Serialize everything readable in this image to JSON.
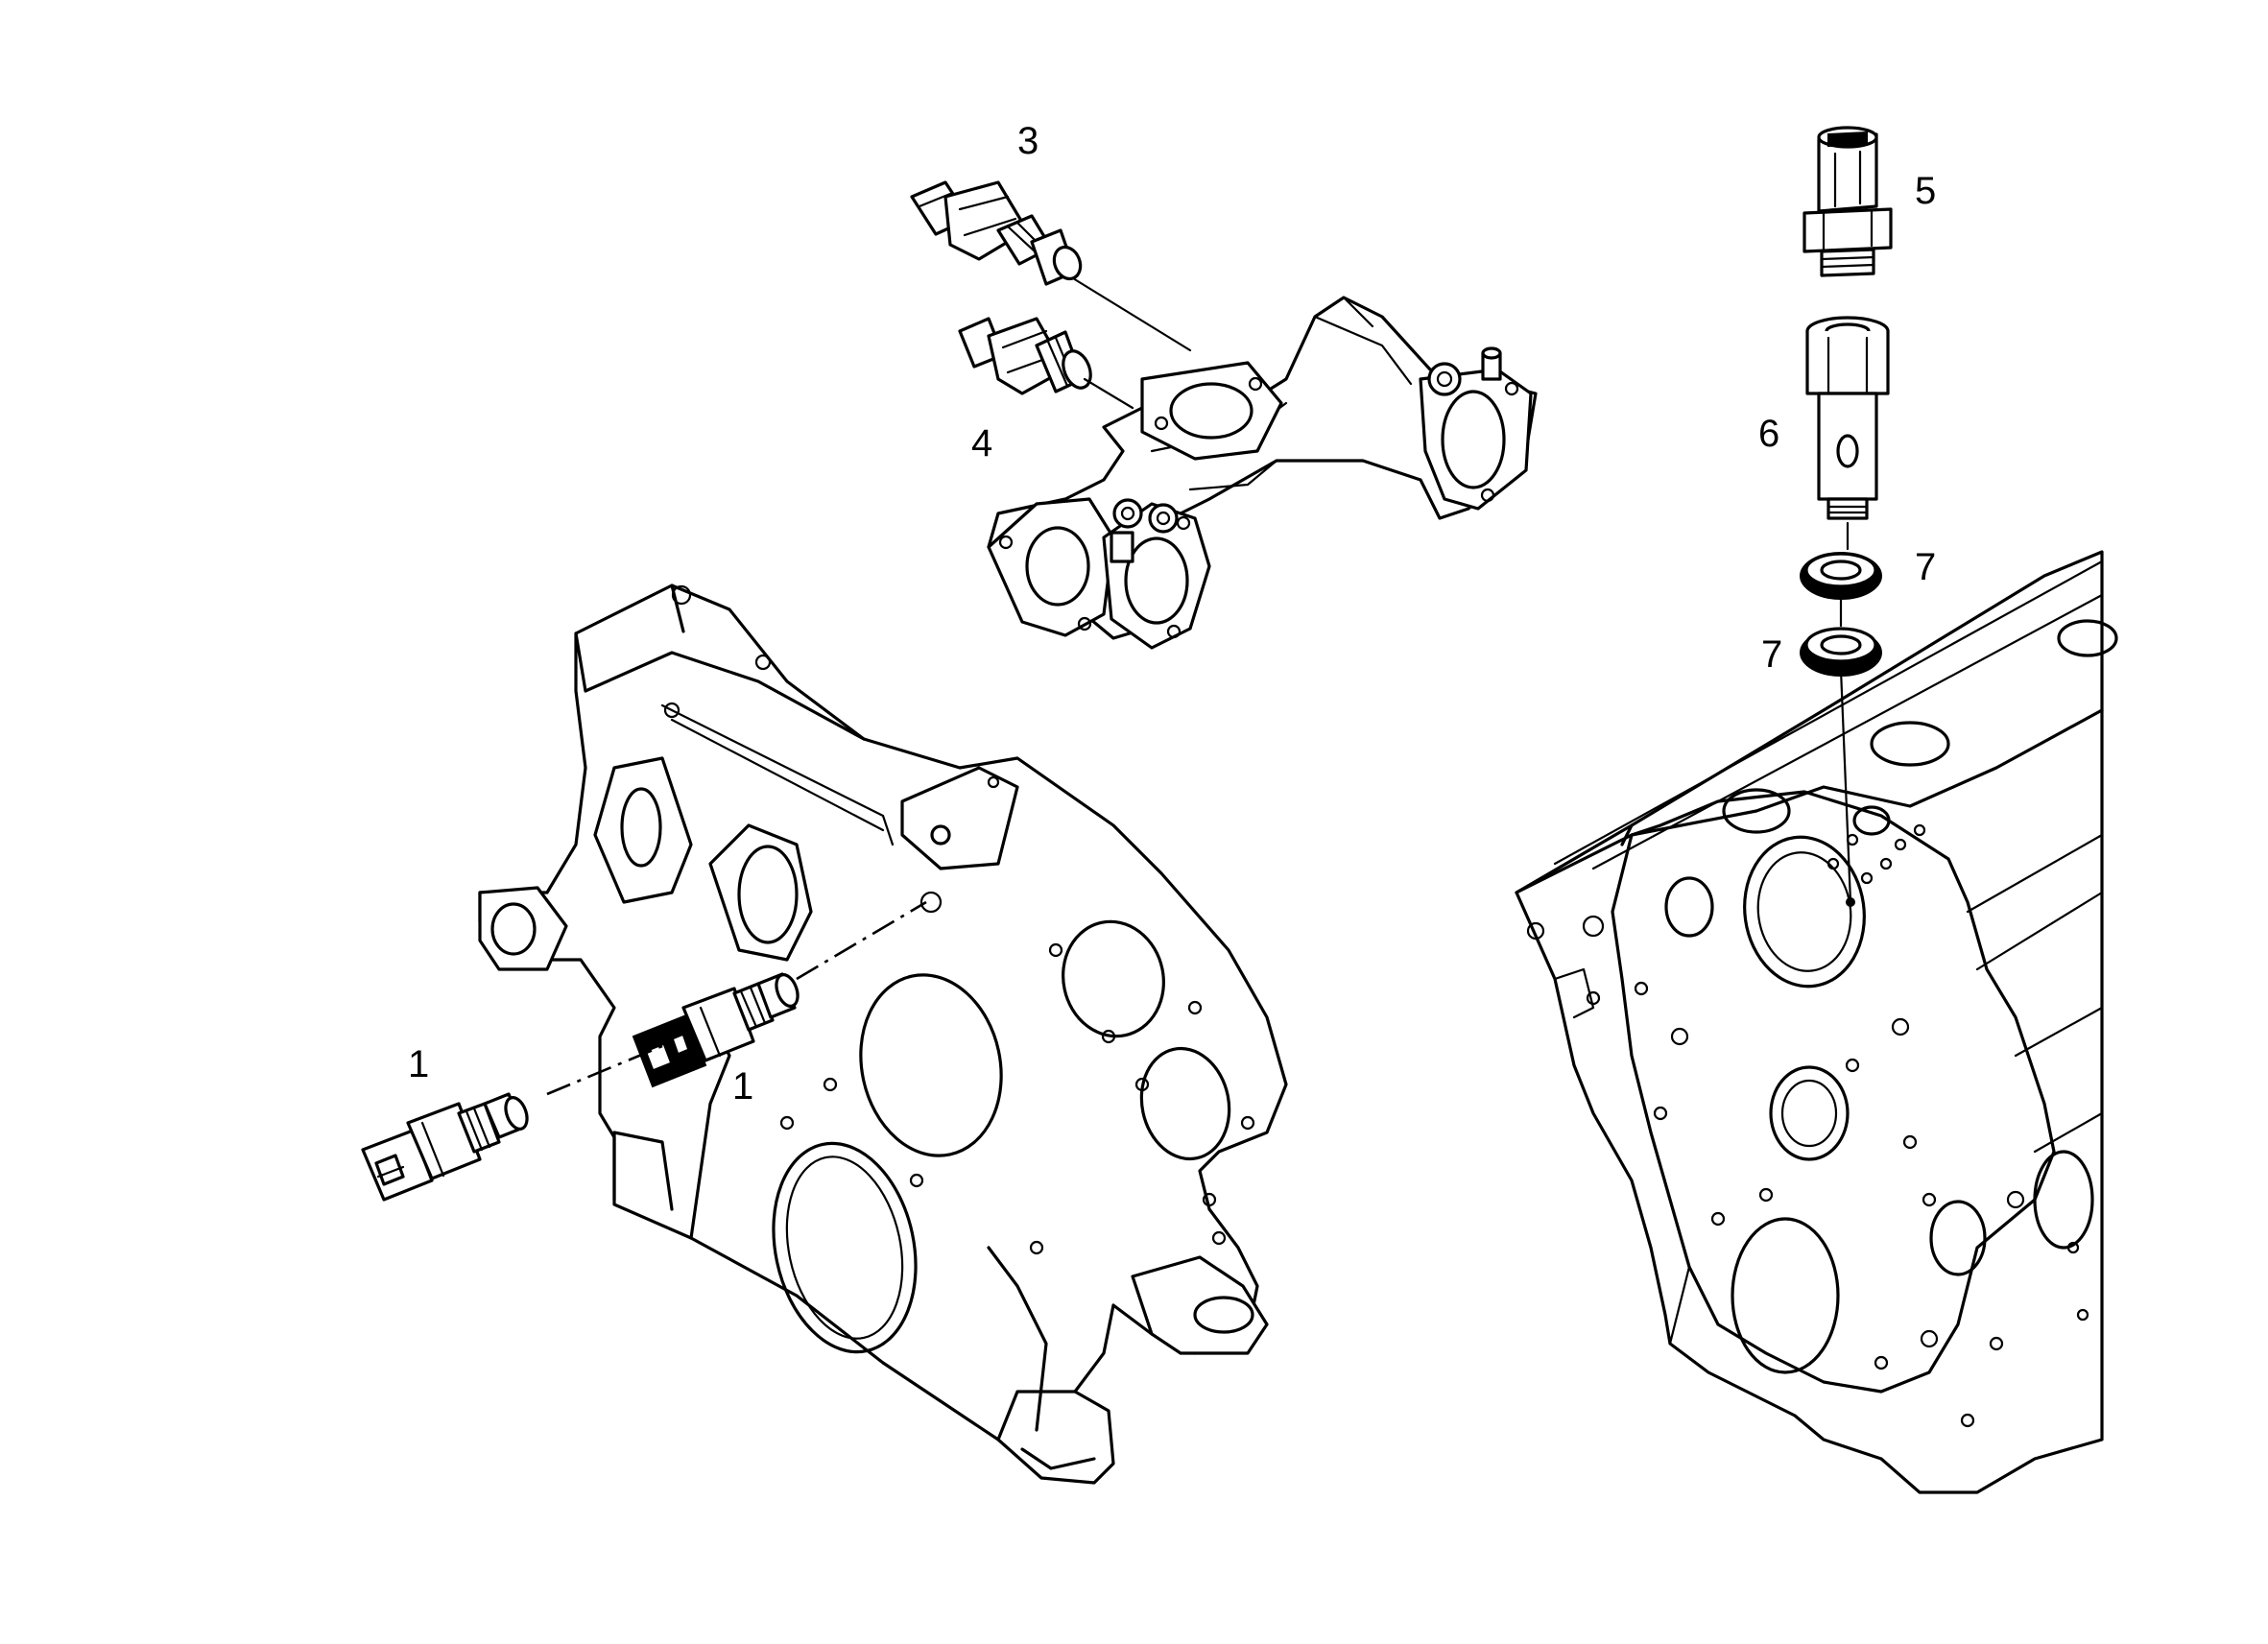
{
  "callouts": {
    "c1a": "1",
    "c1b": "1",
    "c3": "3",
    "c4": "4",
    "c5": "5",
    "c6": "6",
    "c7a": "7",
    "c7b": "7"
  },
  "parts": [
    {
      "id": "1",
      "icon": "temperature-sensor-icon"
    },
    {
      "id": "3",
      "icon": "temperature-sender-icon"
    },
    {
      "id": "4",
      "icon": "temperature-switch-icon"
    },
    {
      "id": "5",
      "icon": "pressure-sensor-icon"
    },
    {
      "id": "6",
      "icon": "banjo-adapter-icon"
    },
    {
      "id": "7",
      "icon": "sealing-washer-icon"
    }
  ]
}
